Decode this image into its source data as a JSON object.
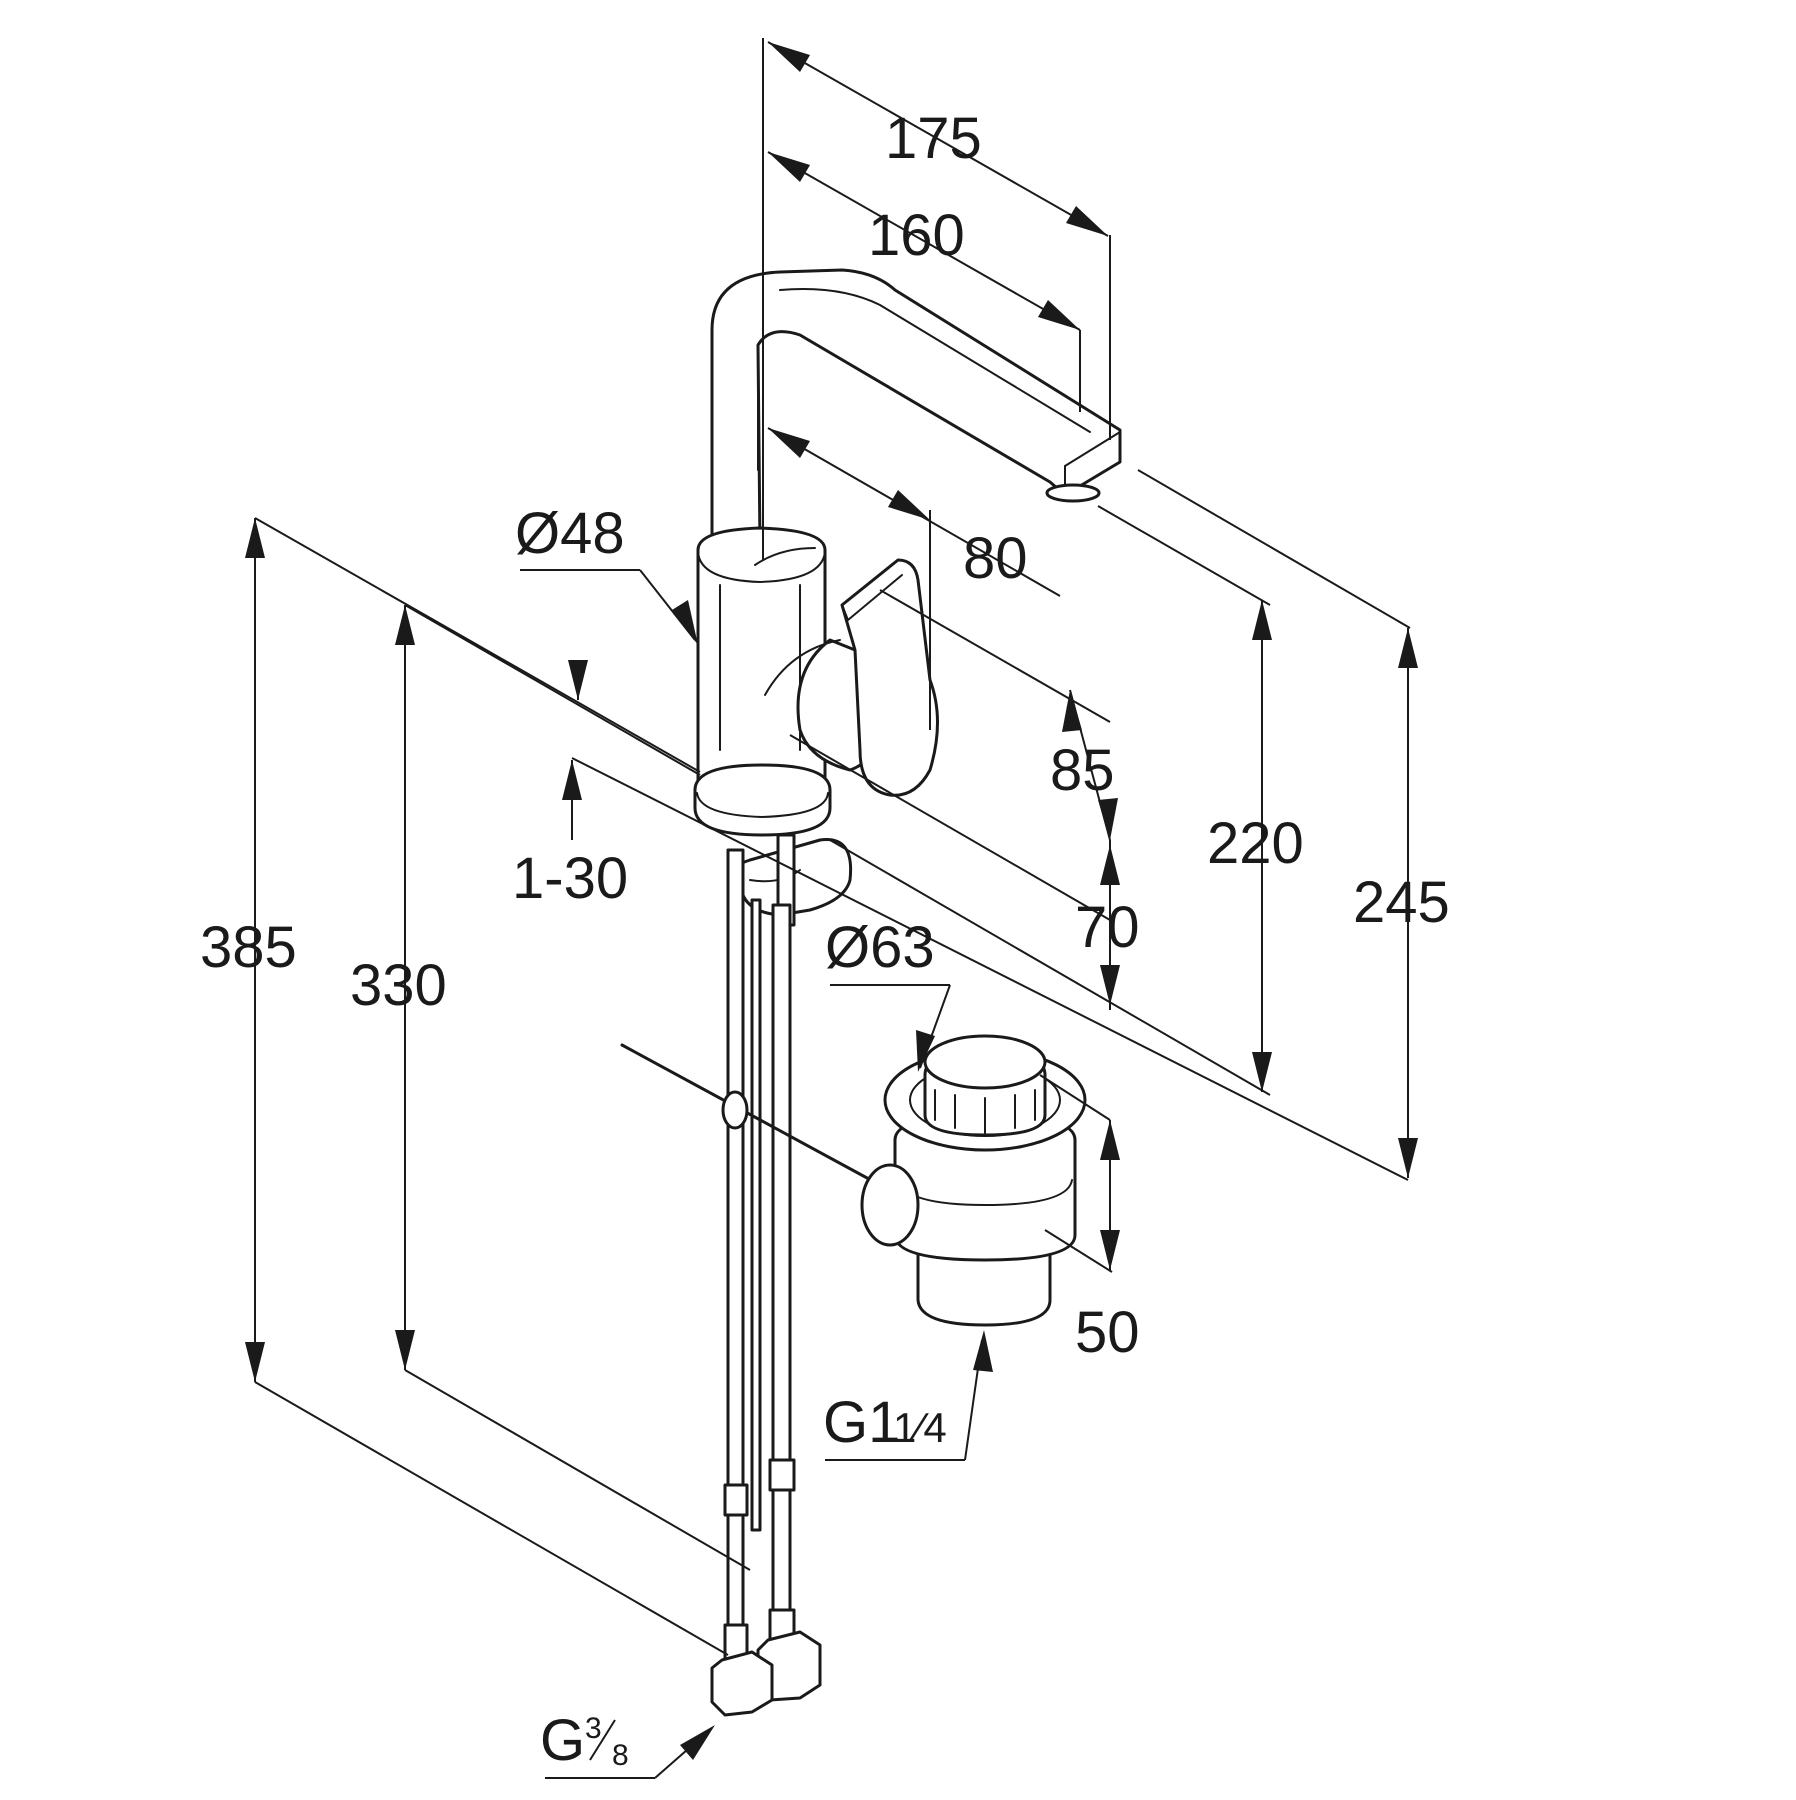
{
  "dimensions": {
    "spout_reach_total": "175",
    "spout_reach": "160",
    "spout_projection": "80",
    "body_diameter": "Ø48",
    "handle_height": "85",
    "deck_thickness": "1-30",
    "waste_height_offset": "70",
    "spout_height_outlet": "220",
    "spout_height_total": "245",
    "total_height": "385",
    "hose_length": "330",
    "waste_diameter": "Ø63",
    "waste_length": "50",
    "waste_thread_main": "G1",
    "waste_thread_fraction": "1⁄4",
    "supply_thread_main": "G",
    "supply_thread_num": "3",
    "supply_thread_den": "8"
  },
  "colors": {
    "line": "#1a1a1a",
    "background": "#ffffff"
  }
}
